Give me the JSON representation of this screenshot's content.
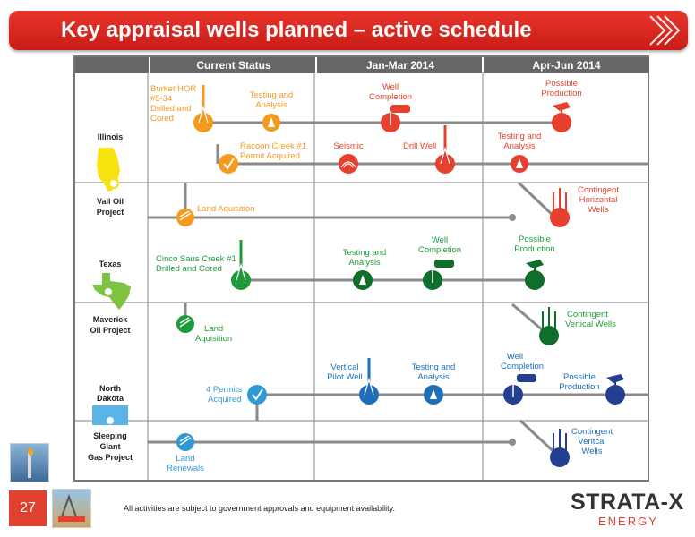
{
  "title": "Key appraisal wells planned – active schedule",
  "headers": {
    "current": "Current Status",
    "q1": "Jan-Mar 2014",
    "q2": "Apr-Jun 2014"
  },
  "projects": {
    "illinois_state": "Illinois",
    "illinois_project_1": "Vail Oil",
    "illinois_project_2": "Project",
    "texas_state": "Texas",
    "texas_project_1": "Maverick",
    "texas_project_2": "Oil Project",
    "nd_state_1": "North",
    "nd_state_2": "Dakota",
    "nd_project_1": "Sleeping",
    "nd_project_2": "Giant",
    "nd_project_3": "Gas Project"
  },
  "labels": {
    "burket_1": "Burket HOR",
    "burket_2": "#5-34",
    "burket_3": "Drilled and",
    "burket_4": "Cored",
    "il_testing_1": "Testing and",
    "il_testing_2": "Analysis",
    "il_racoon_1": "Racoon Creek #1",
    "il_racoon_2": "Permit Acquired",
    "il_land": "Land Aquisition",
    "il_wellcomp_1": "Well",
    "il_wellcomp_2": "Completion",
    "il_seismic": "Seismic",
    "il_drill": "Drill Well",
    "il_possible_1": "Possible",
    "il_possible_2": "Production",
    "il_testing2_1": "Testing and",
    "il_testing2_2": "Analysis",
    "il_contingent_1": "Contingent",
    "il_contingent_2": "Horizontal",
    "il_contingent_3": "Wells",
    "tx_cinco_1": "Cinco Saus Creek #1",
    "tx_cinco_2": "Drilled and Cored",
    "tx_testing_1": "Testing and",
    "tx_testing_2": "Analysis",
    "tx_wellcomp_1": "Well",
    "tx_wellcomp_2": "Completion",
    "tx_possible_1": "Possible",
    "tx_possible_2": "Production",
    "tx_land_1": "Land",
    "tx_land_2": "Aquisition",
    "tx_contingent_1": "Contingent",
    "tx_contingent_2": "Vertical Wells",
    "nd_permits_1": "4 Permits",
    "nd_permits_2": "Acquired",
    "nd_vertical_1": "Vertical",
    "nd_vertical_2": "Pilot Well",
    "nd_testing_1": "Testing and",
    "nd_testing_2": "Analysis",
    "nd_wellcomp_1": "Well",
    "nd_wellcomp_2": "Completion",
    "nd_possible_1": "Possible",
    "nd_possible_2": "Production",
    "nd_land_1": "Land",
    "nd_land_2": "Renewals",
    "nd_contingent_1": "Contingent",
    "nd_contingent_2": "Veritcal",
    "nd_contingent_3": "Wells"
  },
  "footnote": "All activities are subject to government approvals and equipment availability.",
  "page_number": "27",
  "logo": {
    "main": "STRATA-X",
    "sub": "ENERGY"
  },
  "colors": {
    "banner": "#d42a22",
    "illinois_current": "#f39a1f",
    "illinois_future": "#e8402f",
    "texas": "#1f9a3a",
    "texas_dark": "#0f6e2a",
    "nd_current": "#2d9ad6",
    "nd_future": "#1e6fb8",
    "nd_dark": "#243f8f",
    "line": "#8a8a8a",
    "header": "#666666"
  }
}
